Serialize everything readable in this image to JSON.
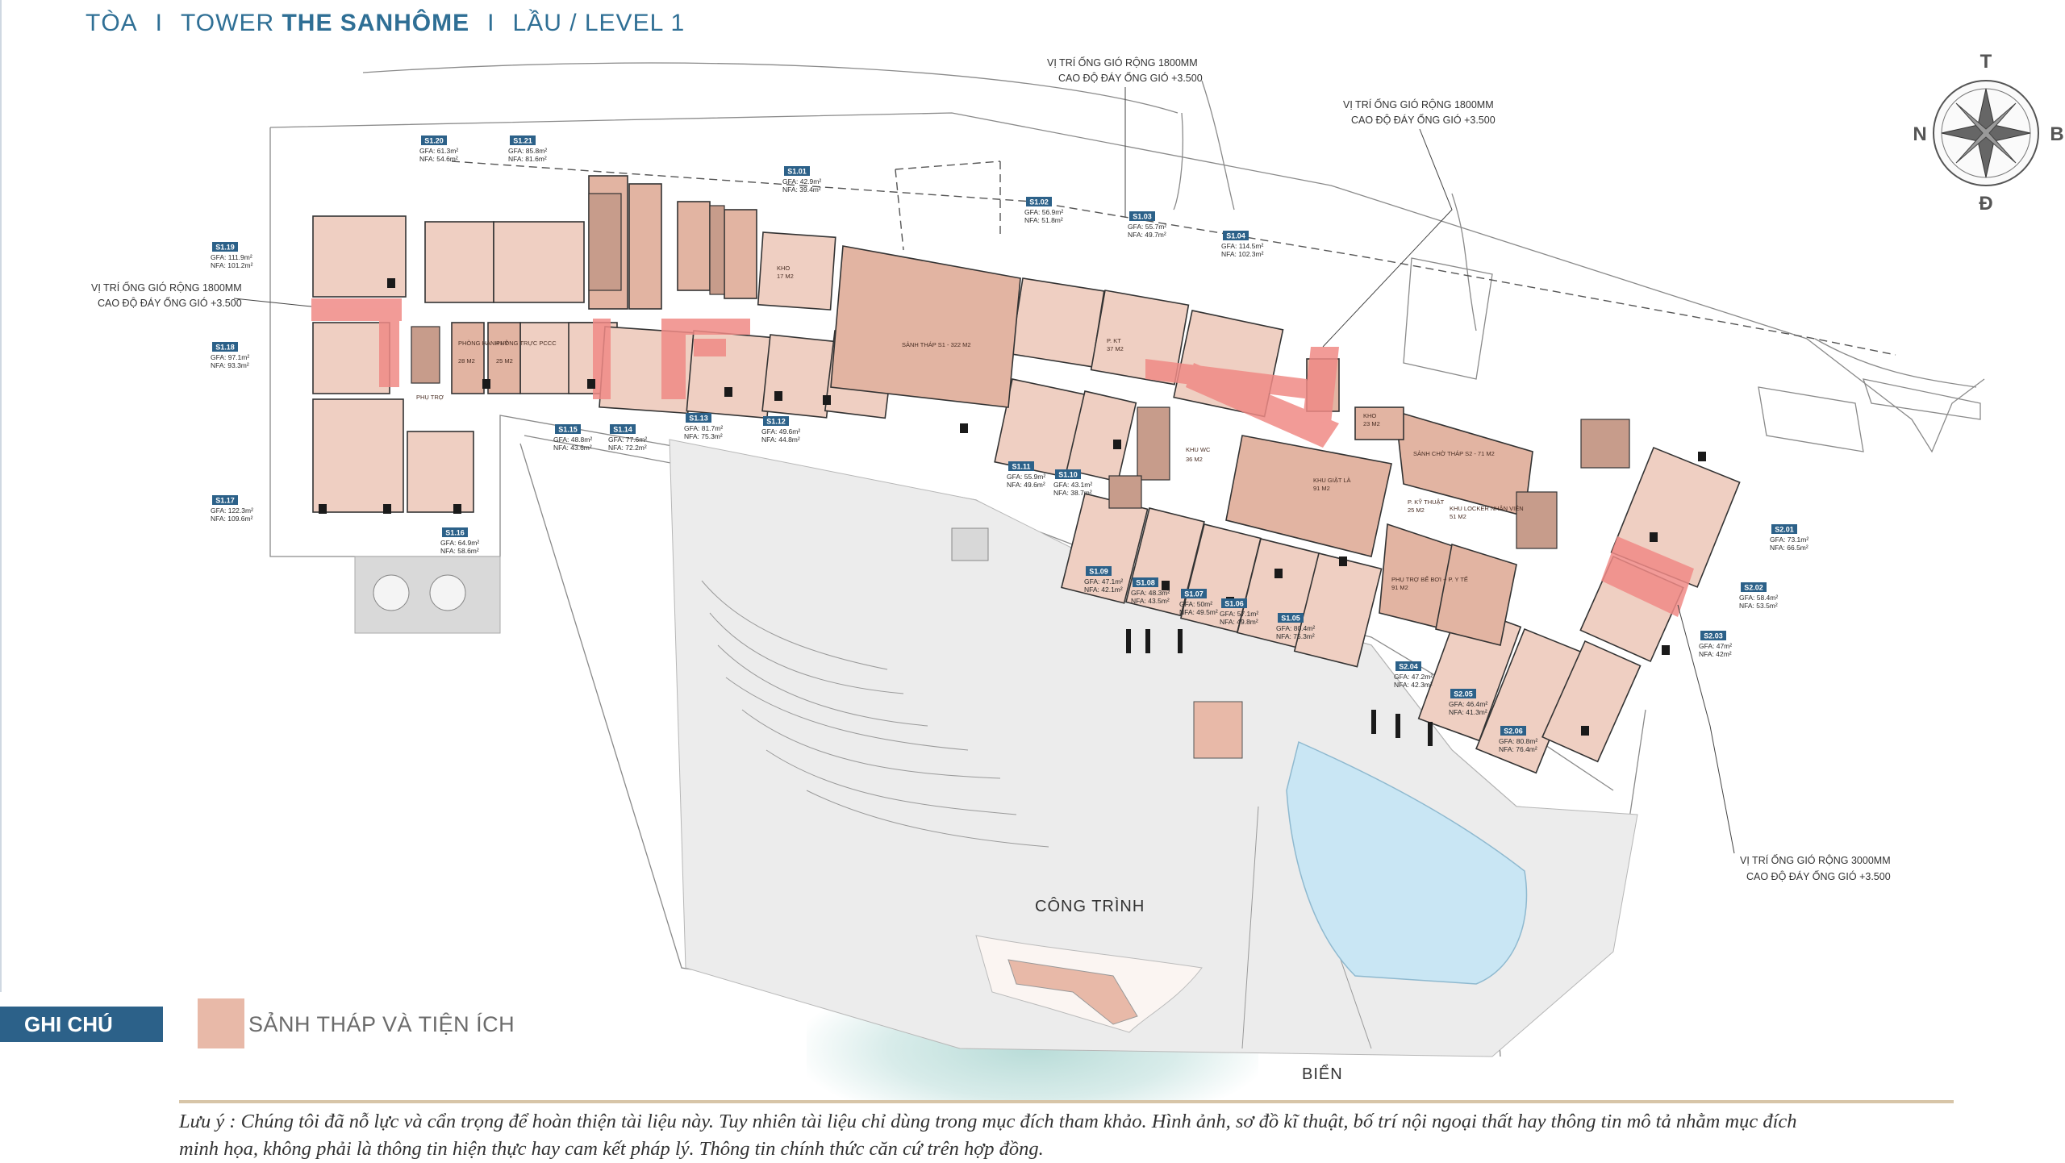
{
  "header": {
    "toa": "TÒA",
    "tower": "TOWER",
    "name": "THE SANHÔME",
    "level": "LẦU / LEVEL 1",
    "sep": "I"
  },
  "compass": {
    "top": "T",
    "left": "N",
    "right": "B",
    "bottom": "Đ"
  },
  "vent_notes": [
    {
      "line1": "VỊ TRÍ ỐNG GIÓ RỘNG 1800MM",
      "line2": "CAO ĐỘ ĐÁY ỐNG GIÓ +3.500"
    },
    {
      "line1": "VỊ TRÍ ỐNG GIÓ RỘNG 1800MM",
      "line2": "CAO ĐỘ ĐÁY ỐNG GIÓ +3.500"
    },
    {
      "line1": "VỊ TRÍ ỐNG GIÓ RỘNG 1800MM",
      "line2": "CAO ĐỘ ĐÁY ỐNG GIÓ +3.500"
    },
    {
      "line1": "VỊ TRÍ ỐNG GIÓ RỘNG 3000MM",
      "line2": "CAO ĐỘ ĐÁY ỐNG GIÓ +3.500"
    }
  ],
  "units": [
    {
      "tag": "S1.20",
      "gfa": "GFA: 61.3m²",
      "nfa": "NFA: 54.6m²"
    },
    {
      "tag": "S1.21",
      "gfa": "GFA: 85.8m²",
      "nfa": "NFA: 81.6m²"
    },
    {
      "tag": "S1.19",
      "gfa": "GFA: 111.9m²",
      "nfa": "NFA: 101.2m²"
    },
    {
      "tag": "S1.18",
      "gfa": "GFA: 97.1m²",
      "nfa": "NFA: 93.3m²"
    },
    {
      "tag": "S1.17",
      "gfa": "GFA: 122.3m²",
      "nfa": "NFA: 109.6m²"
    },
    {
      "tag": "S1.16",
      "gfa": "GFA: 64.9m²",
      "nfa": "NFA: 58.6m²"
    },
    {
      "tag": "S1.15",
      "gfa": "GFA: 48.8m²",
      "nfa": "NFA: 43.6m²"
    },
    {
      "tag": "S1.14",
      "gfa": "GFA: 77.6m²",
      "nfa": "NFA: 72.2m²"
    },
    {
      "tag": "S1.13",
      "gfa": "GFA: 81.7m²",
      "nfa": "NFA: 75.3m²"
    },
    {
      "tag": "S1.12",
      "gfa": "GFA: 49.6m²",
      "nfa": "NFA: 44.8m²"
    },
    {
      "tag": "S1.01",
      "gfa": "GFA: 42.9m²",
      "nfa": "NFA: 39.4m²"
    },
    {
      "tag": "S1.02",
      "gfa": "GFA: 56.9m²",
      "nfa": "NFA: 51.8m²"
    },
    {
      "tag": "S1.03",
      "gfa": "GFA: 55.7m²",
      "nfa": "NFA: 49.7m²"
    },
    {
      "tag": "S1.04",
      "gfa": "GFA: 114.5m²",
      "nfa": "NFA: 102.3m²"
    },
    {
      "tag": "S1.11",
      "gfa": "GFA: 55.9m²",
      "nfa": "NFA: 49.6m²"
    },
    {
      "tag": "S1.10",
      "gfa": "GFA: 43.1m²",
      "nfa": "NFA: 38.7m²"
    },
    {
      "tag": "S1.09",
      "gfa": "GFA: 47.1m²",
      "nfa": "NFA: 42.1m²"
    },
    {
      "tag": "S1.08",
      "gfa": "GFA: 48.3m²",
      "nfa": "NFA: 43.5m²"
    },
    {
      "tag": "S1.07",
      "gfa": "GFA: 50m²",
      "nfa": "NFA: 49.5m²"
    },
    {
      "tag": "S1.06",
      "gfa": "GFA: 57.1m²",
      "nfa": "NFA: 49.8m²"
    },
    {
      "tag": "S1.05",
      "gfa": "GFA: 80.4m²",
      "nfa": "NFA: 75.3m²"
    },
    {
      "tag": "S2.01",
      "gfa": "GFA: 73.1m²",
      "nfa": "NFA: 66.5m²"
    },
    {
      "tag": "S2.02",
      "gfa": "GFA: 58.4m²",
      "nfa": "NFA: 53.5m²"
    },
    {
      "tag": "S2.03",
      "gfa": "GFA: 47m²",
      "nfa": "NFA: 42m²"
    },
    {
      "tag": "S2.04",
      "gfa": "GFA: 47.2m²",
      "nfa": "NFA: 42.3m²"
    },
    {
      "tag": "S2.05",
      "gfa": "GFA: 46.4m²",
      "nfa": "NFA: 41.3m²"
    },
    {
      "tag": "S2.06",
      "gfa": "GFA: 80.8m²",
      "nfa": "NFA: 76.4m²"
    }
  ],
  "rooms": {
    "lobby1": "SẢNH THÁP S1 - 322 M2",
    "lobby2": "SẢNH CHỜ THÁP S2 - 71 M2",
    "laundry": "KHU GIẶT LÀ",
    "laundry_area": "91 M2",
    "locker": "KHU LOCKER NHÂN VIÊN",
    "locker_area": "51 M2",
    "pool_tech": "PHỤ TRỢ BỂ BƠI + P. Y TẾ",
    "pool_tech_area": "91 M2",
    "tech1": "P. KỸ THUẬT",
    "tech1_area": "25 M2",
    "tech2": "P. KT",
    "tech2_area": "37 M2",
    "storage": "KHO",
    "storage_area": "23 M2",
    "storage2": "KHO",
    "storage2_area": "17 M2",
    "luggage": "PHÒNG HÀNH LÝ",
    "luggage_area": "28 M2",
    "fire": "PHÒNG TRỰC PCCC",
    "fire_area": "25 M2",
    "wc": "KHU WC",
    "wc_area": "36 M2",
    "aux": "PHỤ TRỢ"
  },
  "site": {
    "construction": "CÔNG TRÌNH",
    "sea": "BIỂN"
  },
  "legend": {
    "title": "GHI CHÚ",
    "item": "SẢNH THÁP VÀ TIỆN ÍCH",
    "swatch_color": "#e8b9a8"
  },
  "disclaimer": {
    "line1": "Lưu ý :  Chúng tôi đã nỗ lực và cẩn trọng để hoàn thiện tài liệu này. Tuy nhiên tài liệu chỉ dùng trong mục đích tham khảo. Hình ảnh, sơ đồ kĩ thuật, bố trí nội ngoại thất hay thông tin mô tả nhằm mục đích",
    "line2": "minh họa, không phải là thông tin hiện thực hay cam kết pháp lý. Thông tin chính thức căn cứ trên hợp đồng."
  },
  "colors": {
    "unit_fill": "#efcfc2",
    "amenity_fill": "#e2b4a2",
    "vent": "#f08a86",
    "tag": "#2c6189",
    "pool": "#c9e6f4"
  }
}
